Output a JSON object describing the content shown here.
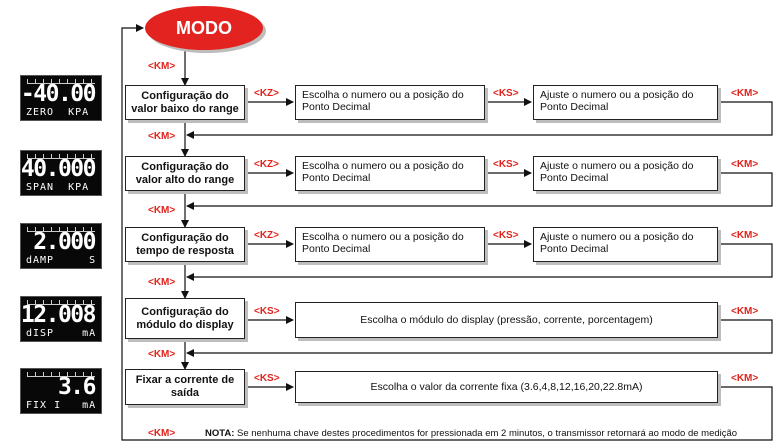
{
  "start": {
    "label": "MODO"
  },
  "stages": [
    {
      "label": "Configuração do valor baixo do range",
      "display": {
        "value": "-40.00",
        "unit": "ZERO  KPA"
      },
      "entry_key": "<KM>",
      "key1": "<KZ>",
      "key2": "<KS>",
      "exit_key": "<KM>",
      "step1": "Escolha o numero ou a posição do Ponto Decimal",
      "step2": "Ajuste o numero ou a posição do Ponto Decimal"
    },
    {
      "label": "Configuração do valor alto do range",
      "display": {
        "value": "40.000",
        "unit": "SPAN  KPA"
      },
      "entry_key": "<KM>",
      "key1": "<KZ>",
      "key2": "<KS>",
      "exit_key": "<KM>",
      "step1": "Escolha o numero ou a posição do Ponto Decimal",
      "step2": "Ajuste o numero ou a posição do Ponto Decimal"
    },
    {
      "label": "Configuração do tempo de resposta",
      "display": {
        "value": "2.000",
        "unit": "dAMP     S"
      },
      "entry_key": "<KM>",
      "key1": "<KZ>",
      "key2": "<KS>",
      "exit_key": "<KM>",
      "step1": "Escolha o numero ou a posição do Ponto Decimal",
      "step2": "Ajuste o numero ou a posição do Ponto Decimal"
    },
    {
      "label": "Configuração do módulo do display",
      "display": {
        "value": "12.008",
        "unit": "dISP    mA"
      },
      "entry_key": "<KM>",
      "key1": "<KS>",
      "exit_key": "<KM>",
      "step1": "Escolha o módulo do display (pressão, corrente, porcentagem)"
    },
    {
      "label": "Fixar a corrente de saída",
      "display": {
        "value": "3.6",
        "unit": "FIX I   mA"
      },
      "entry_key": "<KM>",
      "key1": "<KS>",
      "exit_key": "<KM>",
      "step1": "Escolha o valor da corrente fixa (3.6,4,8,12,16,20,22.8mA)"
    }
  ],
  "footer": {
    "key": "<KM>",
    "note_label": "NOTA:",
    "note_text": " Se nenhuma chave destes procedimentos for pressionada em 2 minutos, o transmissor retornará ao modo de medição"
  }
}
